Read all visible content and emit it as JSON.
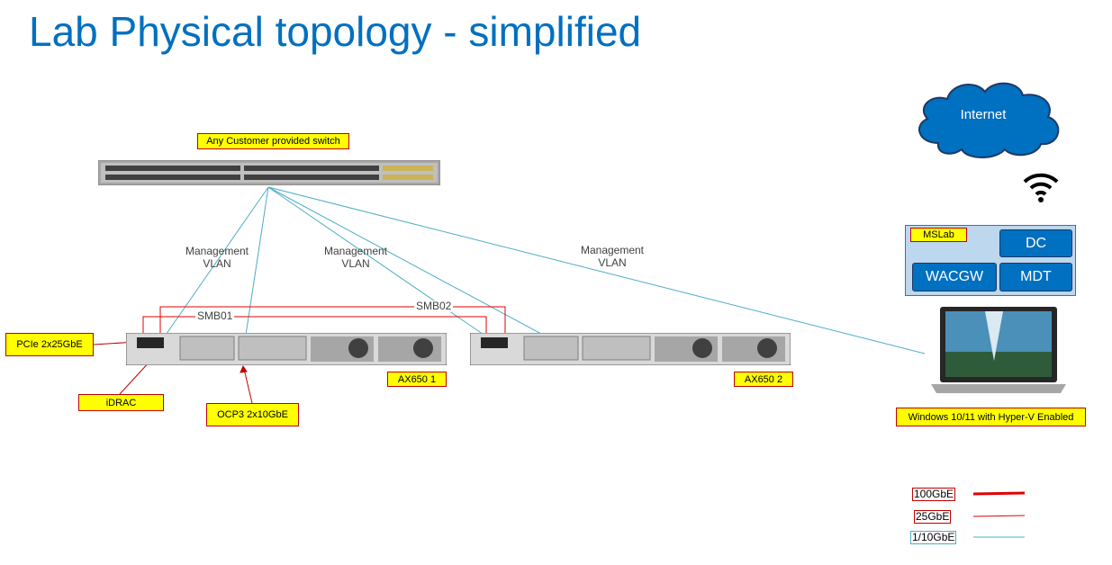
{
  "title": "Lab Physical topology - simplified",
  "switch_label": "Any Customer provided switch",
  "vlan_labels": [
    "Management\nVLAN",
    "Management\nVLAN",
    "Management\nVLAN"
  ],
  "smb_labels": [
    "SMB01",
    "SMB02"
  ],
  "callouts": {
    "pcie": "PCIe 2x25GbE",
    "idrac": "iDRAC",
    "ocp3": "OCP3 2x10GbE"
  },
  "servers": [
    "AX650 1",
    "AX650 2"
  ],
  "cloud": "Internet",
  "mslab": {
    "tag": "MSLab",
    "vms": [
      "DC",
      "WACGW",
      "MDT"
    ]
  },
  "laptop_label": "Windows 10/11 with Hyper-V Enabled",
  "legend": [
    {
      "label": "100GbE",
      "color": "#e00000"
    },
    {
      "label": "25GbE",
      "color": "#e00000"
    },
    {
      "label": "1/10GbE",
      "color": "#4bacc6"
    }
  ],
  "colors": {
    "title": "#0070c0",
    "link_25": "#e00000",
    "link_10": "#4bacc6",
    "callout_fill": "#ffff00"
  }
}
